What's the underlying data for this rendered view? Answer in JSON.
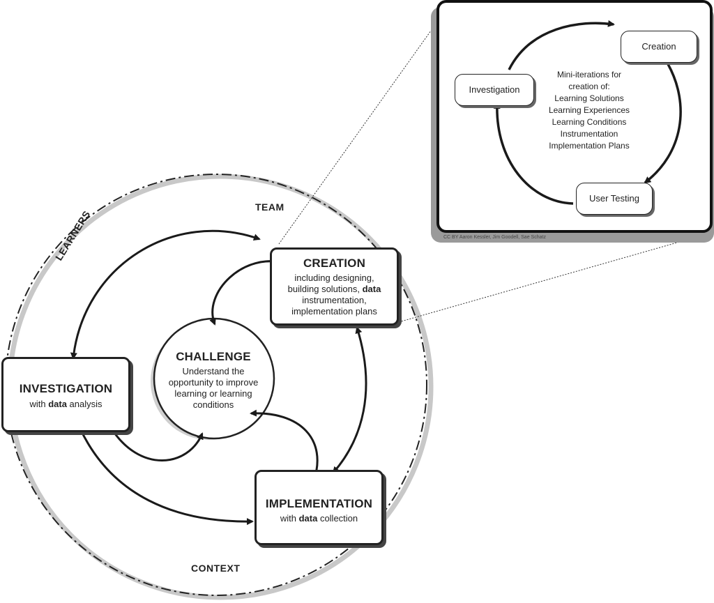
{
  "main_cycle": {
    "ring_labels": {
      "team": "TEAM",
      "learners": "LEARNERS",
      "context": "CONTEXT"
    },
    "challenge": {
      "title": "CHALLENGE",
      "text": "Understand the opportunity to improve learning or learning conditions"
    },
    "creation": {
      "title": "CREATION",
      "line1": "including designing,",
      "line2_pre": "building solutions, ",
      "line2_bold": "data",
      "line3": "instrumentation,",
      "line4": "implementation plans"
    },
    "investigation": {
      "title": "INVESTIGATION",
      "pre": "with ",
      "bold": "data",
      "post": " analysis"
    },
    "implementation": {
      "title": "IMPLEMENTATION",
      "pre": "with ",
      "bold": "data",
      "post": " collection"
    }
  },
  "mini_cycle": {
    "creation": "Creation",
    "investigation": "Investigation",
    "user_testing": "User Testing",
    "heading_line1": "Mini-iterations for",
    "heading_line2": "creation of:",
    "items": [
      "Learning Solutions",
      "Learning Experiences",
      "Learning Conditions",
      "Instrumentation",
      "Implementation Plans"
    ]
  },
  "credit": "CC BY Aaron Kessler, Jim Goodell, Sae Schatz"
}
